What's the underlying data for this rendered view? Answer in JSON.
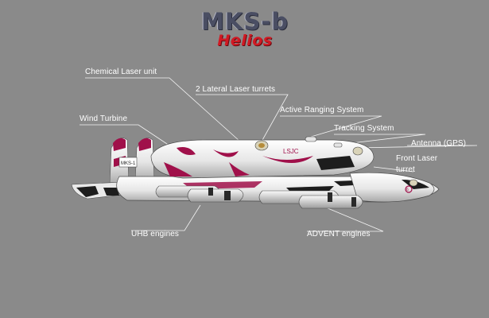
{
  "title": {
    "main": "MKS-b",
    "sub": "Helios"
  },
  "hull_markings": {
    "tail_code": "MKS-1",
    "pod_code": "LSJC",
    "nose_code": "6"
  },
  "labels": [
    "Chemical Laser unit",
    "2 Lateral Laser turrets",
    "Active Ranging System",
    "Wind Turbine",
    "Tracking System",
    "Antenna (GPS)",
    "Front Laser turret",
    "UHB engines",
    "ADVENT engines"
  ],
  "colors": {
    "background": "#8a8a8a",
    "hull": "#f2f2f2",
    "accent": "#a0104a",
    "title_main": "#4a4e63",
    "title_sub": "#d11a24"
  }
}
